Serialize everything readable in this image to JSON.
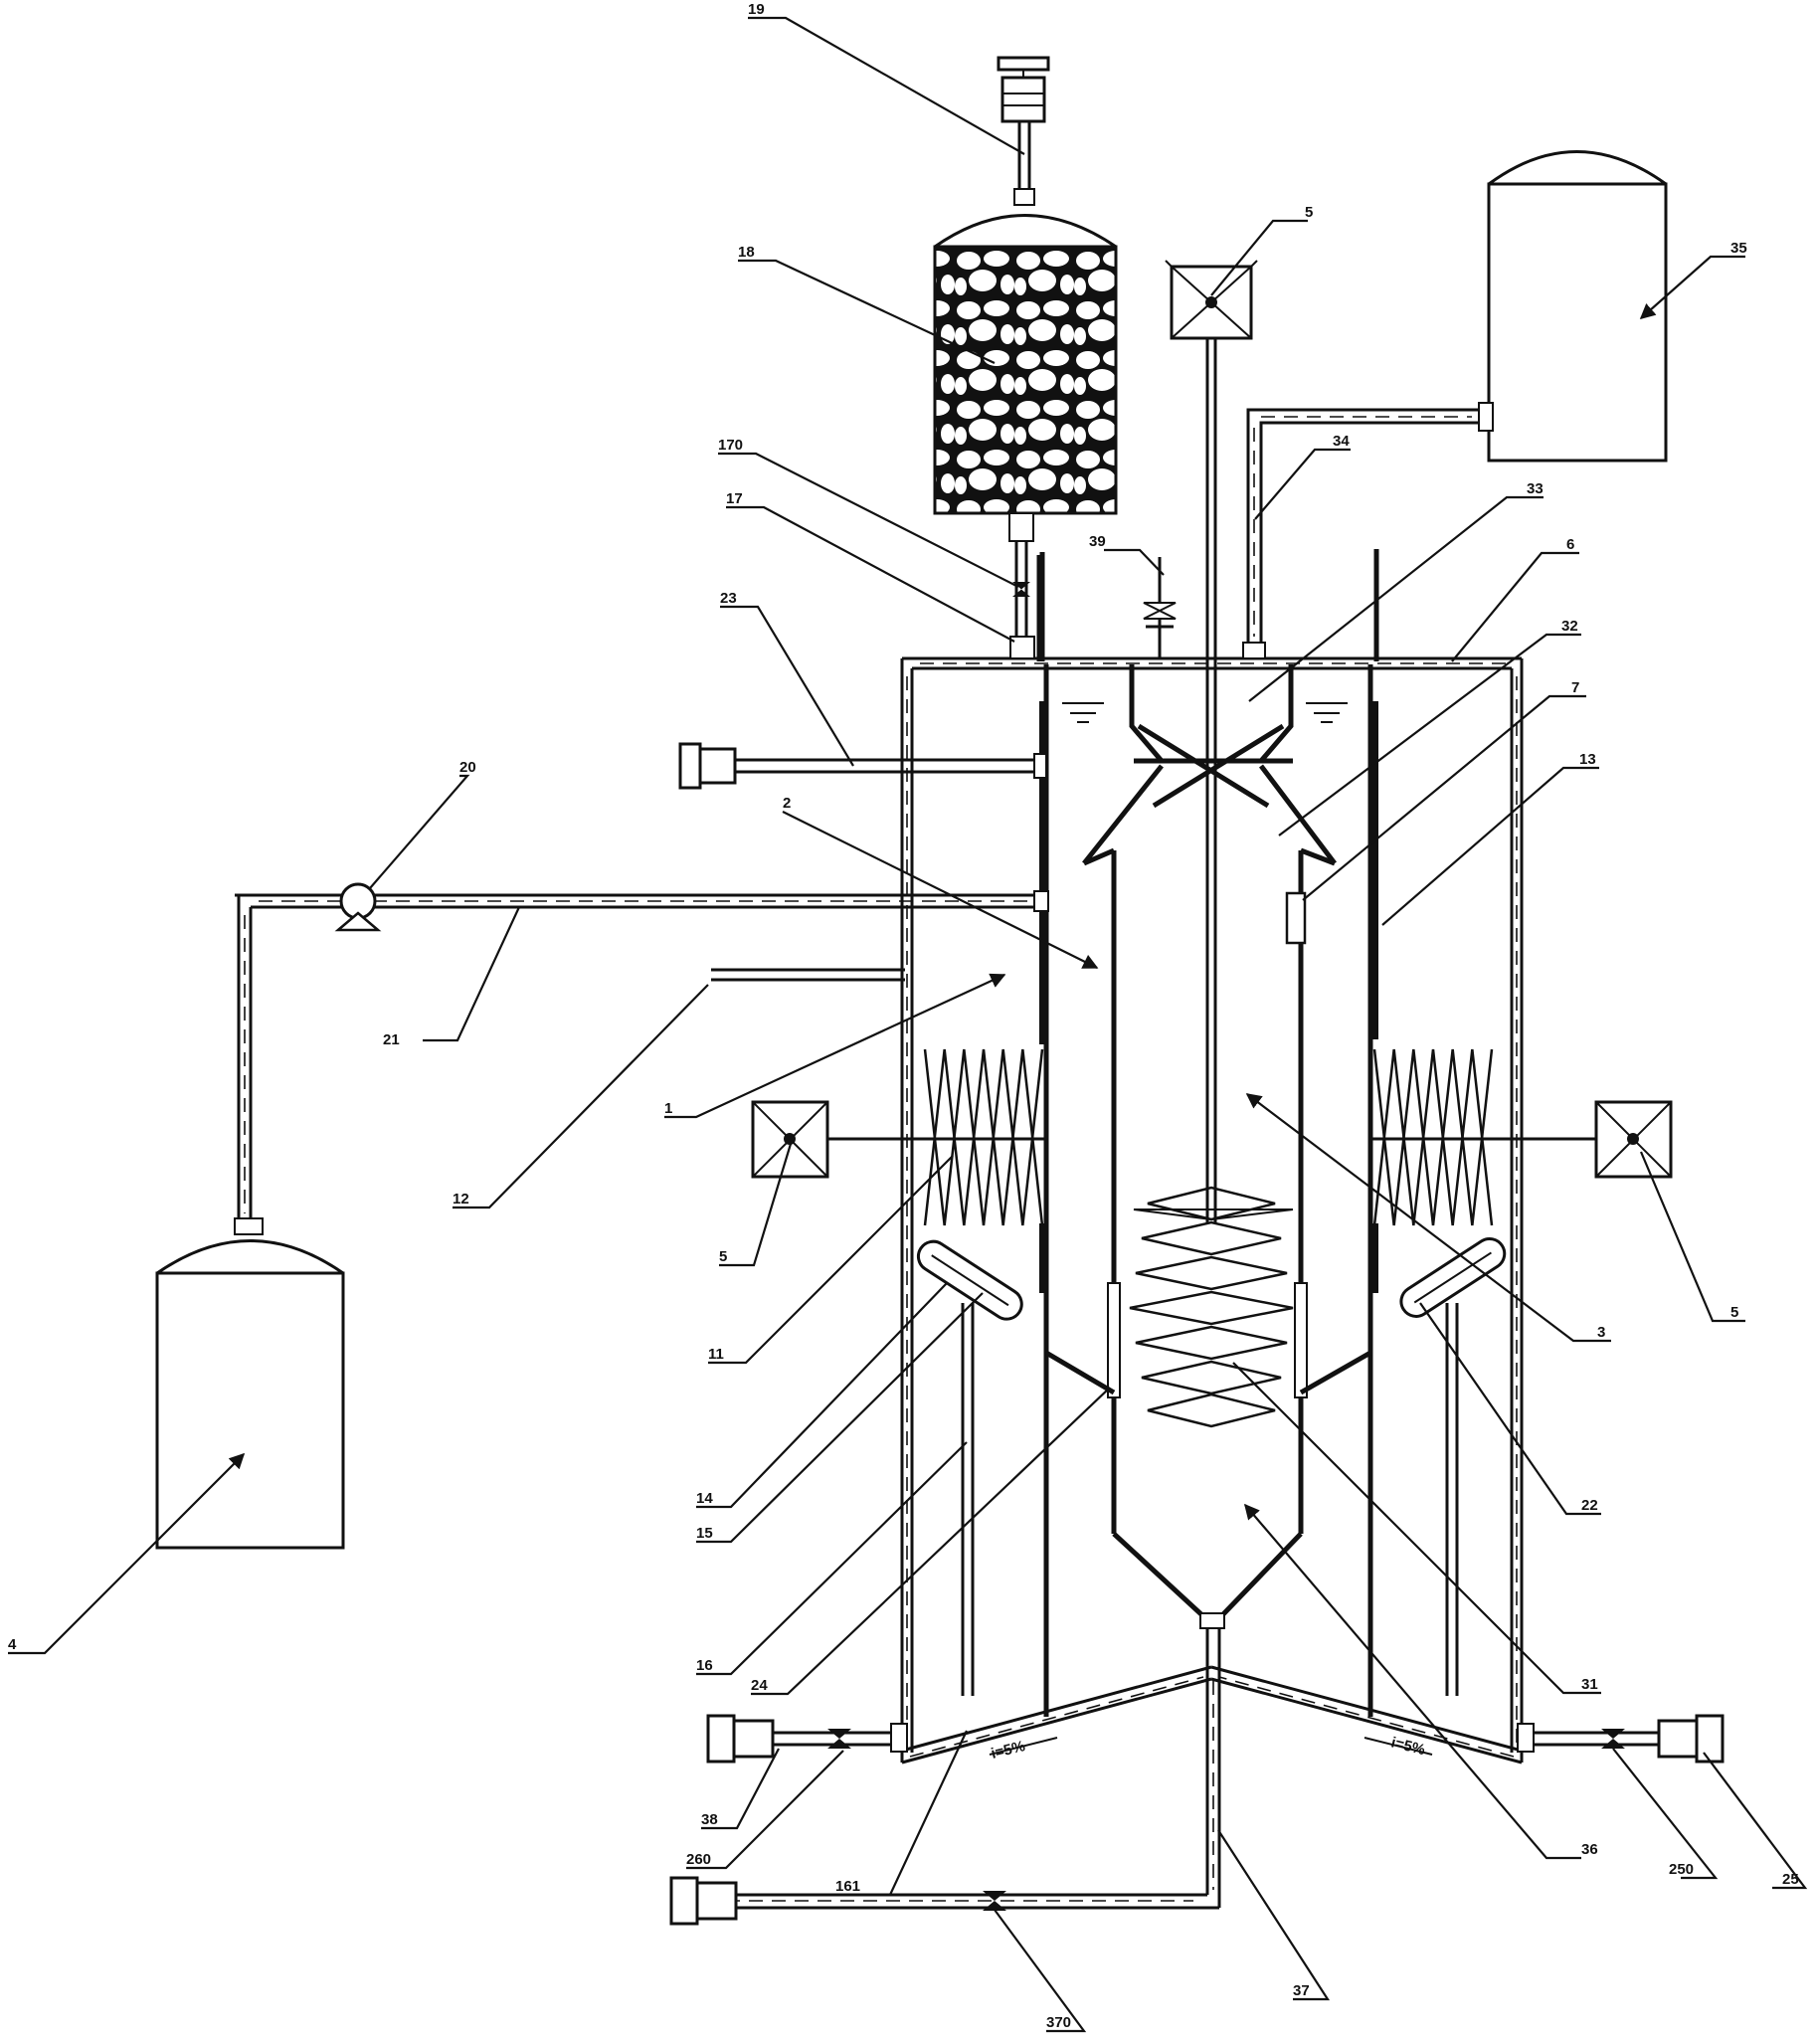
{
  "labels": {
    "l1": "1",
    "l2": "2",
    "l3": "3",
    "l4": "4",
    "l5a": "5",
    "l5b": "5",
    "l5c": "5",
    "l6": "6",
    "l7": "7",
    "l11": "11",
    "l12": "12",
    "l13": "13",
    "l14": "14",
    "l15": "15",
    "l16": "16",
    "l161": "161",
    "l17": "17",
    "l170": "170",
    "l18": "18",
    "l19": "19",
    "l20": "20",
    "l21": "21",
    "l22": "22",
    "l23": "23",
    "l24": "24",
    "l25": "25",
    "l250": "250",
    "l260": "260",
    "l31": "31",
    "l32": "32",
    "l33": "33",
    "l34": "34",
    "l35": "35",
    "l36": "36",
    "l37": "37",
    "l370": "370",
    "l38": "38",
    "l39": "39"
  },
  "slopes": {
    "left": "i=5%",
    "right": "i=5%"
  }
}
